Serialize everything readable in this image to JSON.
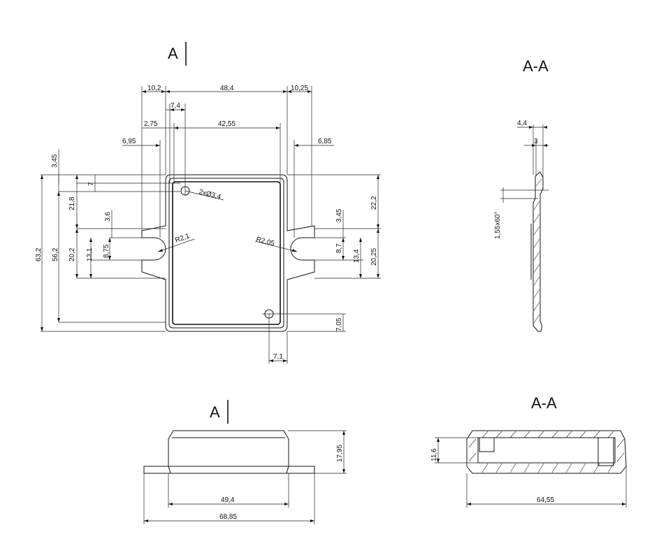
{
  "labels": {
    "section_mark_top": "A",
    "section_title_top": "A-A",
    "section_mark_bottom": "A",
    "section_title_bottom": "A-A"
  },
  "dims": {
    "top_view": {
      "w_10_2": "10,2",
      "w_48_4": "48,4",
      "w_10_25": "10,25",
      "w_7_4": "7,4",
      "w_2_75": "2,75",
      "w_42_55": "42,55",
      "w_6_95_left": "6,95",
      "w_6_85_right": "6,85",
      "h_3_45_left": "3,45",
      "h_7": "7",
      "h_21_8": "21,8",
      "h_3_6": "3,6",
      "h_8_75": "8,75",
      "h_13_1": "13,1",
      "h_20_2": "20,2",
      "h_56_2": "56,2",
      "h_63_2": "63,2",
      "hole_note": "2xØ3,4",
      "radius_left": "R2,1",
      "radius_right": "R2,05",
      "h_22_2": "22,2",
      "h_3_45_right": "3,45",
      "h_8_7": "8,7",
      "h_13_4": "13,4",
      "h_20_25": "20,25",
      "h_7_05": "7,05",
      "w_7_1": "7,1"
    },
    "section_right": {
      "w_4_4": "4,4",
      "w_3": "3",
      "chamfer": "1,55x60°"
    },
    "front_view": {
      "h_17_95": "17,95",
      "w_49_4": "49,4",
      "w_68_85": "68,85"
    },
    "section_bottom": {
      "h_11_6": "11,6",
      "w_64_55": "64,55"
    }
  }
}
